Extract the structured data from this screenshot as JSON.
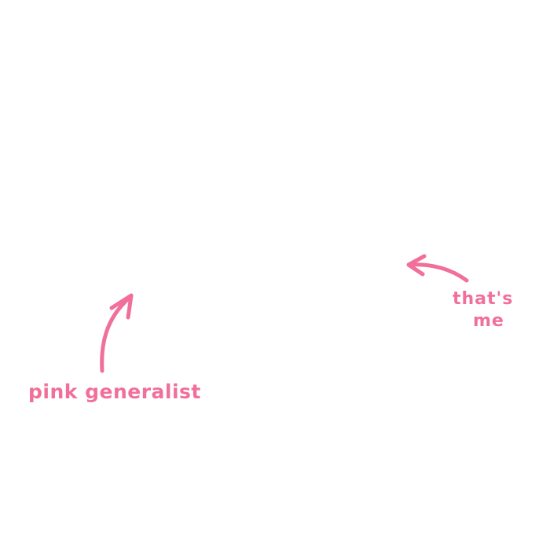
{
  "annotations": {
    "left_label": "pink generalist",
    "right_label_line1": "that's",
    "right_label_line2": "me"
  },
  "colors": {
    "background": "#ffffff",
    "ink": "#f0709a"
  }
}
